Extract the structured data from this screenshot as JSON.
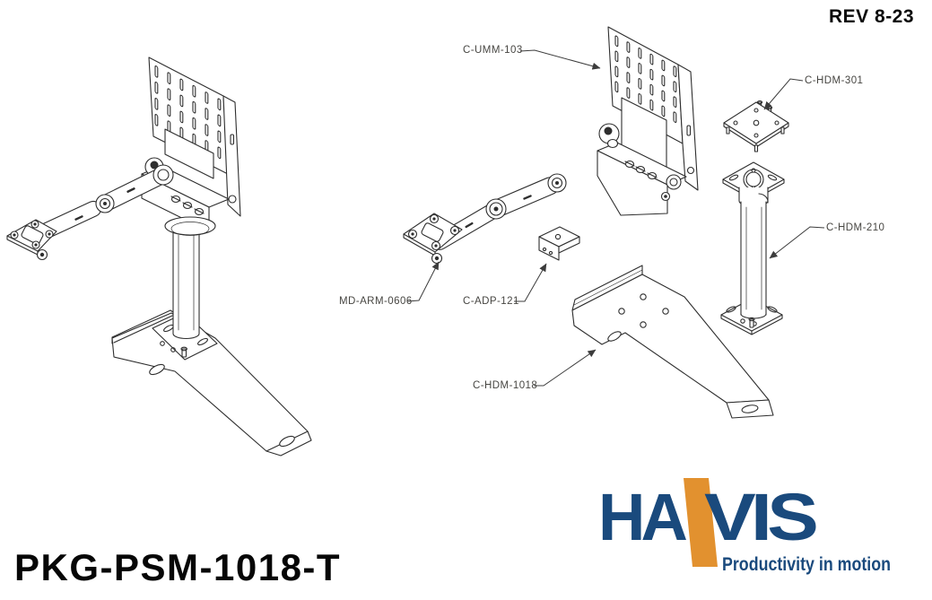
{
  "rev_label": "REV 8-23",
  "product_title": "PKG-PSM-1018-T",
  "colors": {
    "navy": "#1a4a7d",
    "orange": "#e2912f"
  },
  "logo": {
    "left": "HA",
    "right": "VIS",
    "tagline": "Productivity in motion"
  },
  "callouts": [
    {
      "part": "c-umm-103",
      "label": "C-UMM-103"
    },
    {
      "part": "c-hdm-301",
      "label": "C-HDM-301"
    },
    {
      "part": "c-hdm-210",
      "label": "C-HDM-210"
    },
    {
      "part": "md-arm-0606",
      "label": "MD-ARM-0606"
    },
    {
      "part": "c-adp-121",
      "label": "C-ADP-121"
    },
    {
      "part": "c-hdm-1018",
      "label": "C-HDM-1018"
    }
  ]
}
